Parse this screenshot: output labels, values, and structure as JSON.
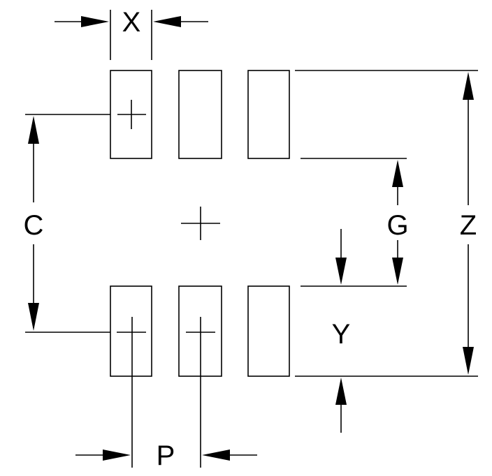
{
  "labels": {
    "x": "X",
    "c": "C",
    "g": "G",
    "z": "Z",
    "y": "Y",
    "p": "P"
  }
}
